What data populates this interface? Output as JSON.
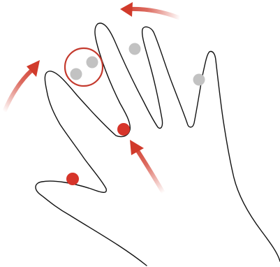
{
  "figure": {
    "kind": "multi-touch-gesture",
    "background": "#ffffff",
    "hand": {
      "orientation": "left-hand-palm-down",
      "outline_color": "#111111"
    },
    "touch_points": [
      {
        "finger": "thumb",
        "state": "active",
        "color": "#d6342a"
      },
      {
        "finger": "index",
        "state": "active",
        "color": "#d6342a"
      },
      {
        "finger": "middle",
        "state": "resting",
        "color": "#c2c2c2"
      },
      {
        "finger": "middle",
        "state": "resting",
        "color": "#c2c2c2"
      },
      {
        "finger": "ring",
        "state": "resting",
        "color": "#c2c2c2"
      },
      {
        "finger": "pinky",
        "state": "resting",
        "color": "#c2c2c2"
      }
    ],
    "highlight_ring": {
      "target": "middle-finger-pair",
      "color": "#c43a2e"
    },
    "motion_arrows": [
      {
        "name": "arrow-left-top",
        "direction": "leftward",
        "color": "#d13a2b"
      },
      {
        "name": "arrow-upper-left",
        "direction": "up-right",
        "color": "#d13a2b"
      },
      {
        "name": "arrow-center",
        "direction": "up-left",
        "color": "#d13a2b"
      }
    ]
  }
}
